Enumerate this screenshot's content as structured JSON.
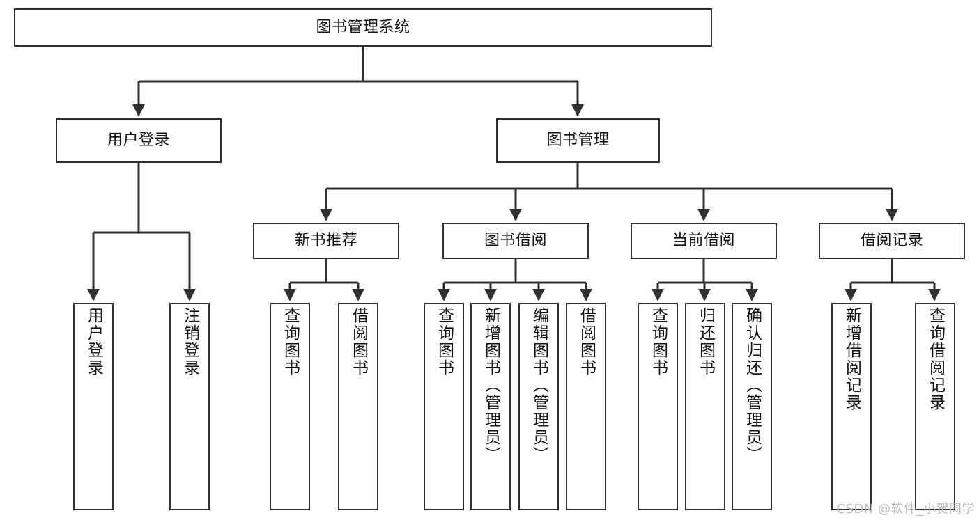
{
  "diagram": {
    "title": "图书管理系统",
    "watermark": "CSDN @软件_小贺同学",
    "colors": {
      "stroke": "#2f3033",
      "fill": "#ffffff",
      "text": "#111214",
      "watermark": "#b9bbbd"
    },
    "nodes": {
      "root": {
        "label": "图书管理系统"
      },
      "level1": [
        {
          "label": "用户登录"
        },
        {
          "label": "图书管理"
        }
      ],
      "level2": [
        {
          "label": "新书推荐"
        },
        {
          "label": "图书借阅"
        },
        {
          "label": "当前借阅"
        },
        {
          "label": "借阅记录"
        }
      ],
      "leaves": {
        "user_login": [
          {
            "label": "用户登录"
          },
          {
            "label": "注销登录"
          }
        ],
        "new_book": [
          {
            "label": "查询图书"
          },
          {
            "label": "借阅图书"
          }
        ],
        "borrow_book": [
          {
            "label": "查询图书"
          },
          {
            "label": "新增图书（管理员）"
          },
          {
            "label": "编辑图书（管理员）"
          },
          {
            "label": "借阅图书"
          }
        ],
        "current_borrow": [
          {
            "label": "查询图书"
          },
          {
            "label": "归还图书"
          },
          {
            "label": "确认归还（管理员）"
          }
        ],
        "borrow_record": [
          {
            "label": "新增借阅记录"
          },
          {
            "label": "查询借阅记录"
          }
        ]
      }
    }
  }
}
